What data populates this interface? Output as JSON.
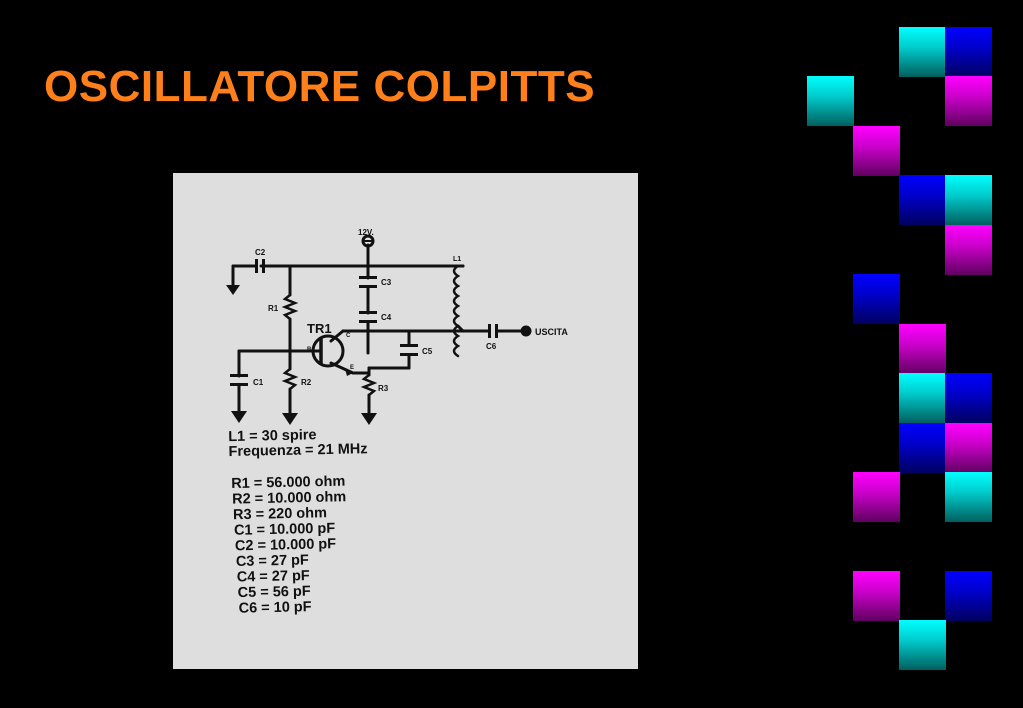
{
  "title": "OSCILLATORE COLPITTS",
  "colors": {
    "title": "#ff7f1a",
    "figure_bg": "#dedede",
    "cyan": "#00ffff",
    "blue": "#0000ff",
    "magenta": "#ff00ff"
  },
  "circuit": {
    "supply": "12V.",
    "transistor": "TR1",
    "pins": {
      "collector": "C",
      "base": "B",
      "emitter": "E"
    },
    "components": {
      "c1": "C1",
      "c2": "C2",
      "c3": "C3",
      "c4": "C4",
      "c5": "C5",
      "c6": "C6",
      "r1": "R1",
      "r2": "R2",
      "r3": "R3",
      "l1": "L1"
    },
    "output": "USCITA"
  },
  "specs": {
    "coil": "L1  =  30 spire",
    "frequency": "Frequenza  =  21 MHz",
    "values": [
      "R1  =  56.000 ohm",
      "R2  =  10.000 ohm",
      "R3  =  220 ohm",
      "C1  =  10.000 pF",
      "C2  =  10.000 pF",
      "C3  =  27 pF",
      "C4  =  27 pF",
      "C5  =  56 pF",
      "C6  =  10 pF"
    ]
  },
  "decor_squares": [
    "cyan",
    "blue",
    "cyan",
    "magenta",
    "magenta",
    "blue",
    "cyan",
    "magenta",
    "blue",
    "magenta",
    "cyan",
    "blue",
    "blue",
    "magenta",
    "magenta",
    "cyan",
    "magenta",
    "blue",
    "cyan"
  ]
}
